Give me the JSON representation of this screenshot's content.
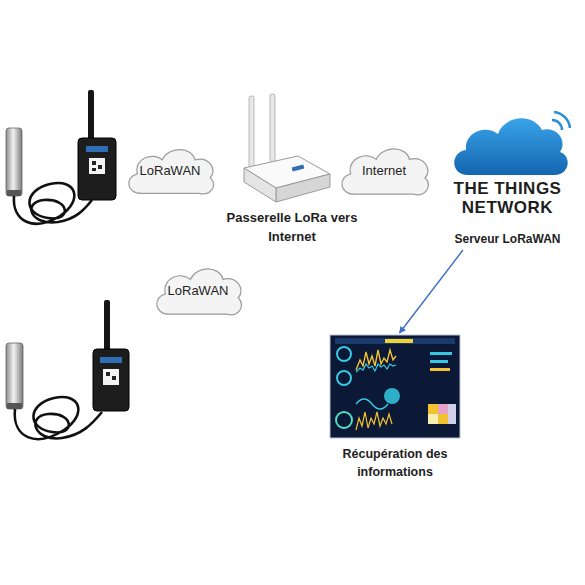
{
  "diagram": {
    "nodes": [
      {
        "text": [
          "LoRaWAN"
        ]
      },
      {
        "text": [
          "Passerelle LoRa vers Internet"
        ]
      },
      {
        "text": [
          "Internet"
        ]
      },
      {
        "text": [
          "THE THINGS NETWORK",
          "Serveur LoRaWAN"
        ]
      },
      {
        "text": [
          "LoRaWAN"
        ]
      },
      {
        "text": [
          "Récupération des informations"
        ]
      }
    ],
    "edges": [
      {
        "from": 3,
        "to": 5,
        "arrow": "to"
      }
    ]
  }
}
